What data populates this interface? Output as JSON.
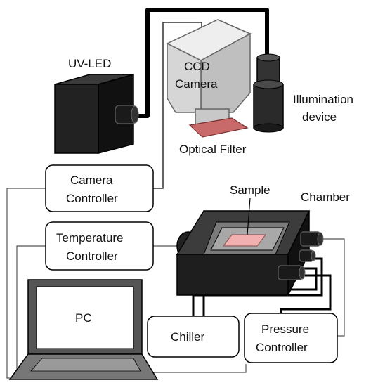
{
  "labels": {
    "uv_led": "UV-LED",
    "ccd_line1": "CCD",
    "ccd_line2": "Camera",
    "illum_line1": "Illumination",
    "illum_line2": "device",
    "optical_filter": "Optical Filter",
    "sample": "Sample",
    "chamber": "Chamber",
    "camera_ctrl_line1": "Camera",
    "camera_ctrl_line2": "Controller",
    "temp_ctrl_line1": "Temperature",
    "temp_ctrl_line2": "Controller",
    "pc": "PC",
    "chiller": "Chiller",
    "pressure_line1": "Pressure",
    "pressure_line2": "Controller"
  },
  "colors": {
    "device_dark": "#1a1a1a",
    "device_mid": "#2e2e2e",
    "camera_body": "#d9d9d9",
    "camera_edge": "#8c8c8c",
    "filter": "#c96a6a",
    "sample": "#f2b0b0",
    "wire": "#000000",
    "thin_wire": "#555555"
  }
}
